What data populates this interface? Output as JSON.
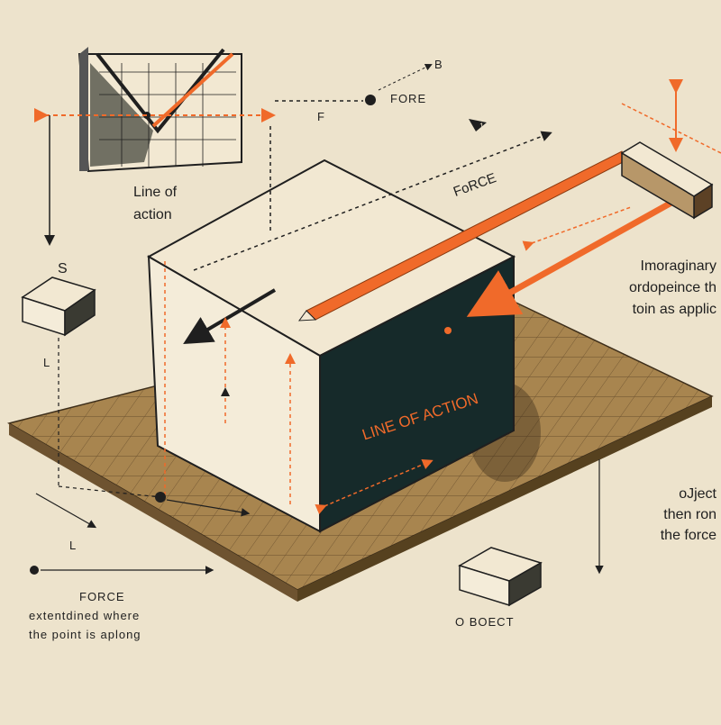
{
  "colors": {
    "background": "#ede3cc",
    "accent": "#f06a2a",
    "ink": "#1f1f1f",
    "box_front": "#f4ecd9",
    "box_dark": "#162a2a",
    "floor": "#a8854f"
  },
  "labels": {
    "fore": "FORE",
    "b": "B",
    "f": "F",
    "line_of_action_1": "Line of",
    "line_of_action_2": "action",
    "force_diag": "FoRCE",
    "s": "S",
    "l_upper": "L",
    "l_lower": "L",
    "box_side": "LINE OF ACTION",
    "imaginary_1": "Imoraginary",
    "imaginary_2": "ordopeince th",
    "imaginary_3": "toin as applic",
    "object_1": "oJject",
    "object_2": "then ron",
    "object_3": "the force",
    "force_bottom": "FORCE",
    "extended_1": "extentdined where",
    "extended_2": "the point is aplong",
    "obect": "O BOECT",
    "triangle_1": "1"
  }
}
